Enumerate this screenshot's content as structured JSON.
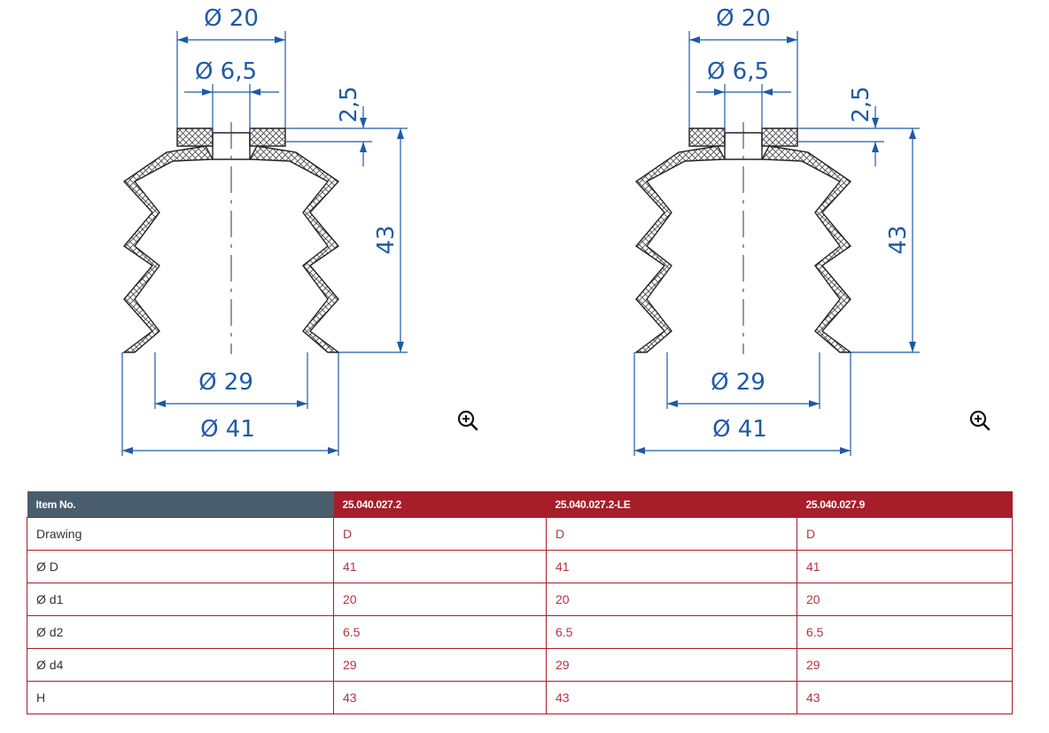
{
  "drawings": [
    {
      "dimensions": {
        "outer_top": "Ø 20",
        "bore": "Ø 6,5",
        "flange_thickness": "2,5",
        "height": "43",
        "inner_bottom": "Ø 29",
        "outer_bottom": "Ø 41"
      },
      "zoom_icon": "zoom-in-icon"
    },
    {
      "dimensions": {
        "outer_top": "Ø 20",
        "bore": "Ø 6,5",
        "flange_thickness": "2,5",
        "height": "43",
        "inner_bottom": "Ø 29",
        "outer_bottom": "Ø 41"
      },
      "zoom_icon": "zoom-in-icon"
    }
  ],
  "table": {
    "header_label": "Item No.",
    "items": [
      "25.040.027.2",
      "25.040.027.2-LE",
      "25.040.027.9"
    ],
    "rows": [
      {
        "label": "Drawing",
        "values": [
          "D",
          "D",
          "D"
        ]
      },
      {
        "label": "Ø D",
        "values": [
          "41",
          "41",
          "41"
        ]
      },
      {
        "label": "Ø d1",
        "values": [
          "20",
          "20",
          "20"
        ]
      },
      {
        "label": "Ø d2",
        "values": [
          "6.5",
          "6.5",
          "6.5"
        ]
      },
      {
        "label": "Ø d4",
        "values": [
          "29",
          "29",
          "29"
        ]
      },
      {
        "label": "H",
        "values": [
          "43",
          "43",
          "43"
        ]
      }
    ]
  },
  "colors": {
    "dimension_blue": "#1f5aa6",
    "header_gray": "#4a5d6c",
    "header_red": "#a51e2a",
    "value_red": "#b2353d"
  }
}
